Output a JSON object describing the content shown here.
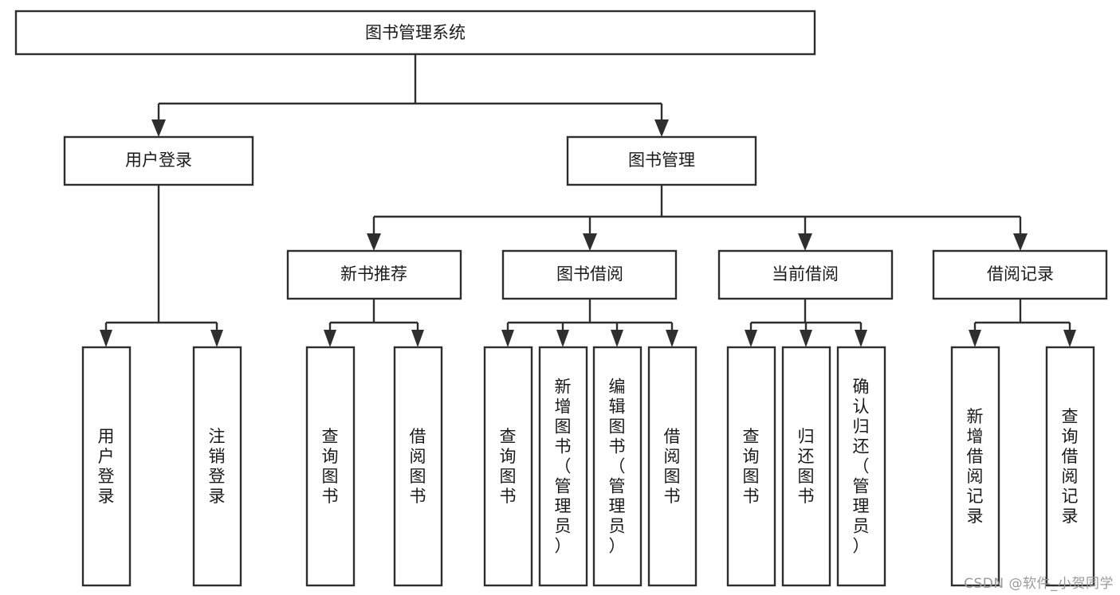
{
  "diagram": {
    "type": "tree-hierarchy-flowchart",
    "title": "图书管理系统",
    "background_color": "#ffffff",
    "line_color": "#2e2e2e",
    "box_fill": "#ffffff",
    "text_color": "#1a1a1a"
  },
  "nodes": {
    "root": {
      "label": "图书管理系统",
      "level": 1,
      "orientation": "horizontal"
    },
    "level2": [
      {
        "id": "user-login",
        "label": "用户登录",
        "orientation": "horizontal"
      },
      {
        "id": "book-management",
        "label": "图书管理",
        "orientation": "horizontal"
      }
    ],
    "level3": [
      {
        "id": "new-book-recommend",
        "label": "新书推荐",
        "orientation": "horizontal",
        "parent": "book-management"
      },
      {
        "id": "book-borrow",
        "label": "图书借阅",
        "orientation": "horizontal",
        "parent": "book-management"
      },
      {
        "id": "current-borrow",
        "label": "当前借阅",
        "orientation": "horizontal",
        "parent": "book-management"
      },
      {
        "id": "borrow-record",
        "label": "借阅记录",
        "orientation": "horizontal",
        "parent": "book-management"
      }
    ],
    "leaves": [
      {
        "id": "leaf-user-login",
        "label": "用户登录",
        "orientation": "vertical",
        "parent": "user-login"
      },
      {
        "id": "leaf-logout-login",
        "label": "注销登录",
        "orientation": "vertical",
        "parent": "user-login"
      },
      {
        "id": "leaf-query-book-1",
        "label": "查询图书",
        "orientation": "vertical",
        "parent": "new-book-recommend"
      },
      {
        "id": "leaf-borrow-book-1",
        "label": "借阅图书",
        "orientation": "vertical",
        "parent": "new-book-recommend"
      },
      {
        "id": "leaf-query-book-2",
        "label": "查询图书",
        "orientation": "vertical",
        "parent": "book-borrow"
      },
      {
        "id": "leaf-add-book",
        "label": "新增图书（管理员）",
        "orientation": "vertical",
        "parent": "book-borrow"
      },
      {
        "id": "leaf-edit-book",
        "label": "编辑图书（管理员）",
        "orientation": "vertical",
        "parent": "book-borrow"
      },
      {
        "id": "leaf-borrow-book-2",
        "label": "借阅图书",
        "orientation": "vertical",
        "parent": "book-borrow"
      },
      {
        "id": "leaf-query-book-3",
        "label": "查询图书",
        "orientation": "vertical",
        "parent": "current-borrow"
      },
      {
        "id": "leaf-return-book",
        "label": "归还图书",
        "orientation": "vertical",
        "parent": "current-borrow"
      },
      {
        "id": "leaf-confirm-return",
        "label": "确认归还（管理员）",
        "orientation": "vertical",
        "parent": "current-borrow"
      },
      {
        "id": "leaf-add-record",
        "label": "新增借阅记录",
        "orientation": "vertical",
        "parent": "borrow-record"
      },
      {
        "id": "leaf-query-record",
        "label": "查询借阅记录",
        "orientation": "vertical",
        "parent": "borrow-record"
      }
    ]
  },
  "watermark": {
    "text": "CSDN @软件_小贺同学"
  }
}
